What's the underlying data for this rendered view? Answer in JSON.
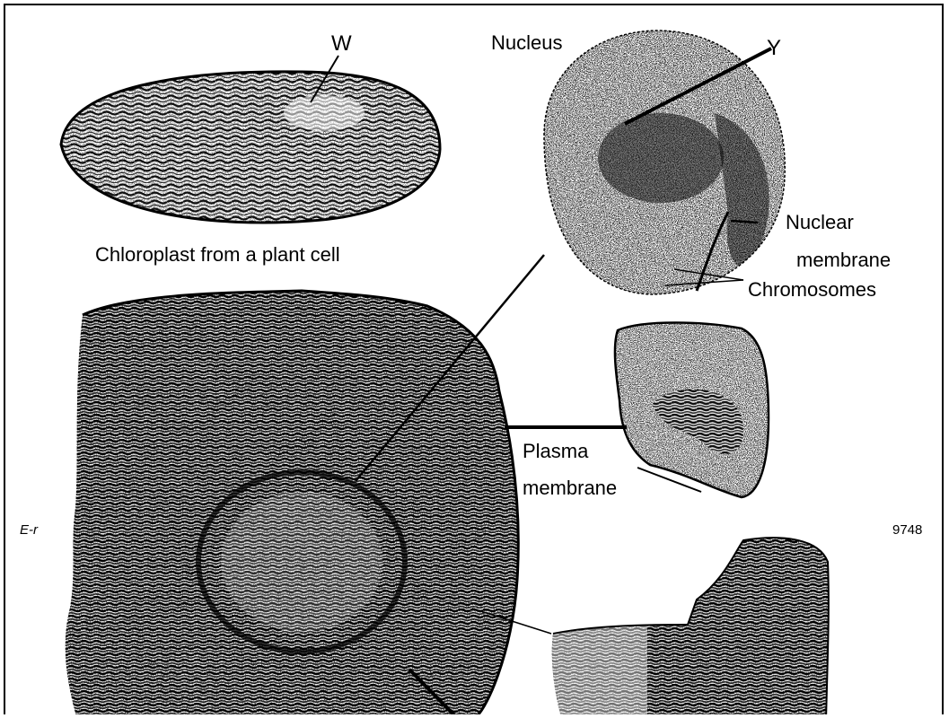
{
  "labels": {
    "w": "W",
    "nucleus": "Nucleus",
    "y": "Y",
    "chloroplast_caption": "Chloroplast from a plant cell",
    "nuclear_line1": "Nuclear",
    "nuclear_line2": "membrane",
    "chromosomes": "Chromosomes",
    "plasma_line1": "Plasma",
    "plasma_line2": "membrane"
  },
  "footer": {
    "left": "E-r",
    "right": "9748"
  }
}
